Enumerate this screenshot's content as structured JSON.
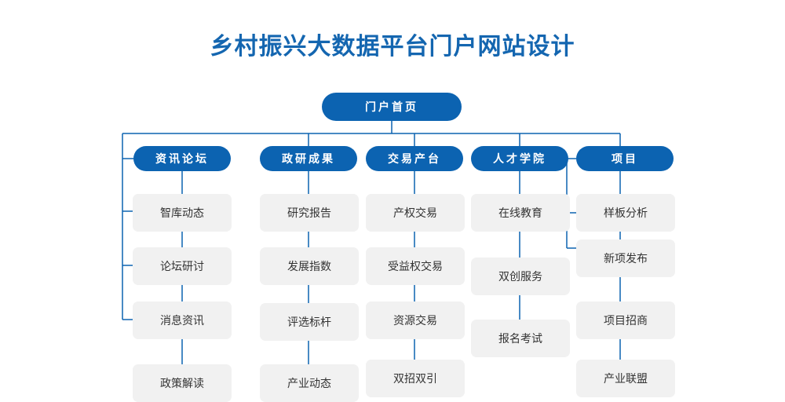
{
  "title": "乡村振兴大数据平台门户网站设计",
  "root": "门户首页",
  "categories": [
    {
      "label": "资讯论坛",
      "items": [
        "智库动态",
        "论坛研讨",
        "消息资讯",
        "政策解读"
      ]
    },
    {
      "label": "政研成果",
      "items": [
        "研究报告",
        "发展指数",
        "评选标杆",
        "产业动态"
      ]
    },
    {
      "label": "交易产台",
      "items": [
        "产权交易",
        "受益权交易",
        "资源交易",
        "双招双引"
      ]
    },
    {
      "label": "人才学院",
      "items": [
        "在线教育",
        "双创服务",
        "报名考试"
      ]
    },
    {
      "label": "项目",
      "items": [
        "样板分析",
        "新项发布",
        "项目招商",
        "产业联盟"
      ]
    }
  ],
  "colors": {
    "primary": "#0c63b1",
    "title": "#1466b0",
    "leaf_bg": "#f1f1f1",
    "leaf_text": "#333333"
  }
}
